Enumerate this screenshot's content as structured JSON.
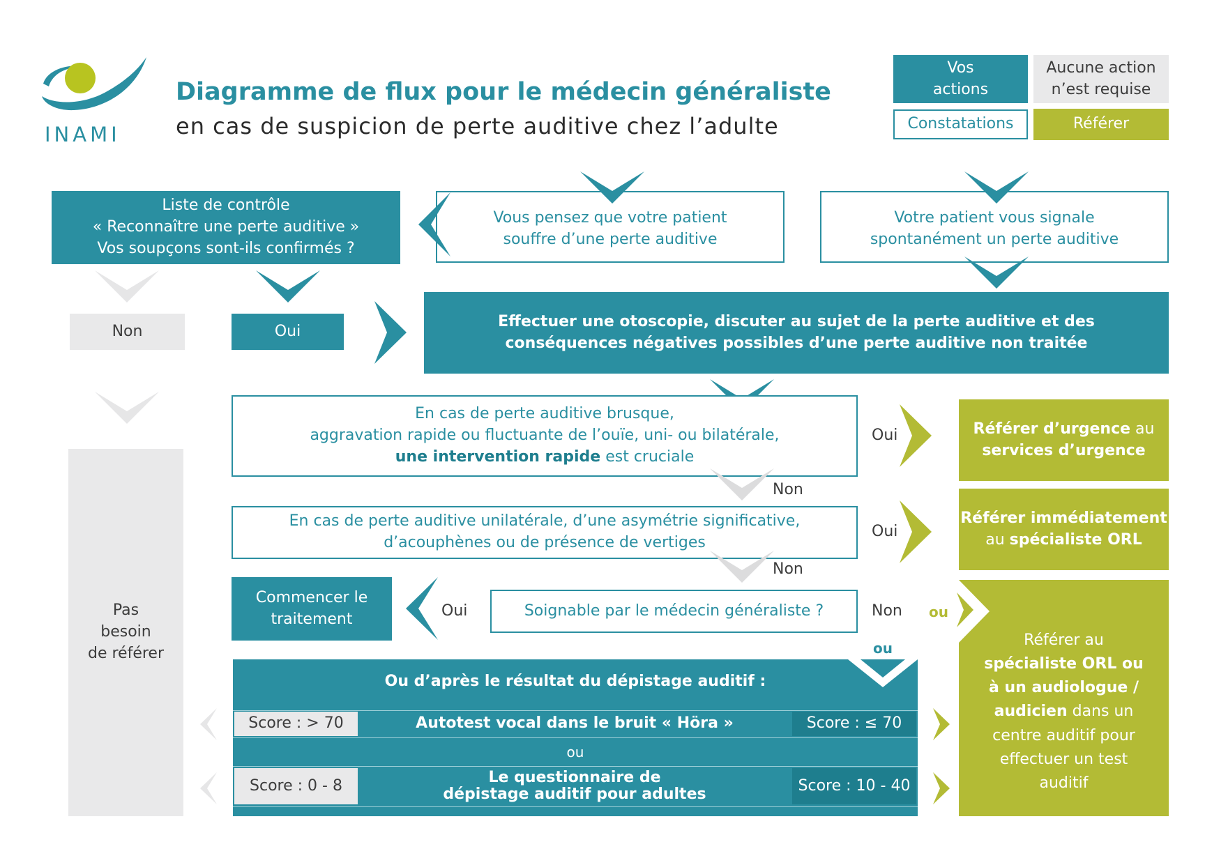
{
  "header": {
    "logo_text": "INAMI",
    "title": "Diagramme de flux pour le médecin généraliste",
    "subtitle": "en cas de suspicion de perte auditive chez l’adulte"
  },
  "legend": {
    "actions": "Vos actions",
    "no_action": "Aucune action n’est requise",
    "findings": "Constatations",
    "refer": "Référer"
  },
  "boxes": {
    "checklist": [
      "Liste de contrôle",
      "« Reconnaître une perte auditive »",
      "Vos soupçons sont-ils confirmés ?"
    ],
    "suspect": [
      "Vous pensez que votre patient",
      "souffre d’une perte auditive"
    ],
    "patient_reports": [
      "Votre patient vous signale",
      "spontanément un perte auditive"
    ],
    "otoscopy": [
      "Effectuer une otoscopie, discuter au sujet de la perte auditive et des",
      "conséquences négatives possibles d’une perte auditive non traitée"
    ],
    "sudden": {
      "line1": "En cas de perte auditive brusque,",
      "line2": "aggravation rapide ou fluctuante de l’ouïe, uni- ou bilatérale,",
      "line3_strong": "une intervention rapide",
      "line3_rest": " est cruciale"
    },
    "unilateral": [
      "En cas de perte auditive unilatérale, d’une asymétrie significative,",
      "d’acouphènes ou de présence de vertiges"
    ],
    "treatable": "Soignable par le médecin généraliste ?",
    "start_treatment": [
      "Commencer le",
      "traitement"
    ],
    "no_referral": [
      "Pas",
      "besoin",
      "de référer"
    ],
    "refer_urgent": {
      "strong": "Référer d’urgence",
      "rest1": " au",
      "line2": "services d’urgence"
    },
    "refer_immediate": {
      "strong": "Référer immédiatement",
      "line2_pre": "au ",
      "line2_strong": "spécialiste ORL"
    },
    "refer_specialist": {
      "line1": "Référer au",
      "line2": "spécialiste ORL ou",
      "line3": "à un audiologue /",
      "line4_strong": "audicien",
      "line4_rest": " dans un",
      "line5": "centre auditif pour",
      "line6": "effectuer un test",
      "line7": "auditif"
    },
    "screening": {
      "header": "Ou d’après le résultat du dépistage auditif :",
      "test1": "Autotest vocal dans le bruit « Höra »",
      "score1_low": "Score : > 70",
      "score1_high": "Score : ≤ 70",
      "or": "ou",
      "test2": [
        "Le questionnaire de",
        "dépistage auditif pour adultes"
      ],
      "score2_low": "Score : 0 - 8",
      "score2_high": "Score : 10 - 40"
    }
  },
  "labels": {
    "non": "Non",
    "oui": "Oui",
    "oui_sudden": "Oui",
    "non_sudden": "Non",
    "oui_unilateral": "Oui",
    "non_unilateral": "Non",
    "oui_treatable": "Oui",
    "non_treatable": "Non",
    "ou_right": "ou",
    "ou_down": "ou"
  },
  "colors": {
    "teal": "#2a8fa1",
    "dark_teal": "#1e7e8e",
    "green": "#b3bb35",
    "grey": "#e9e9ea",
    "logo_green": "#b8c420"
  }
}
